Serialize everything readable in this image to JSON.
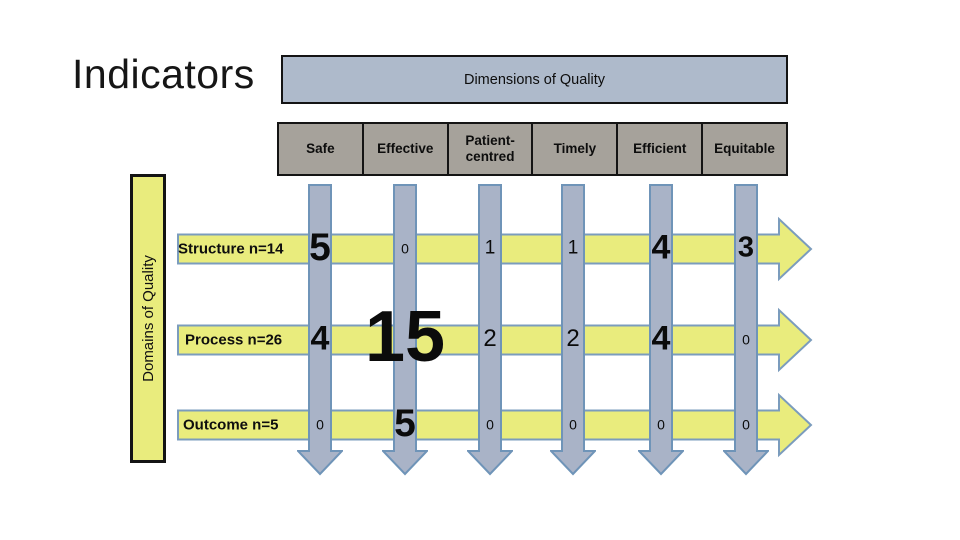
{
  "slide": {
    "title": "Indicators",
    "dimensions_header": "Dimensions of Quality",
    "domains_header": "Domains of Quality"
  },
  "matrix": {
    "columns": [
      "Safe",
      "Effective",
      "Patient-centred",
      "Timely",
      "Efficient",
      "Equitable"
    ],
    "rows": [
      {
        "label": "Structure n=14",
        "values": [
          5,
          0,
          1,
          1,
          4,
          3
        ]
      },
      {
        "label": "Process n=26",
        "values": [
          4,
          15,
          2,
          2,
          4,
          0
        ]
      },
      {
        "label": "Outcome n=5",
        "values": [
          0,
          5,
          0,
          0,
          0,
          0
        ]
      }
    ]
  },
  "colors": {
    "yellow": "#e9ec7d",
    "yellow_border": "#7b9cbd",
    "down_arrow_fill": "#a9b3c7",
    "down_arrow_border": "#6f94b8",
    "column_header_fill": "#a6a29b",
    "dimensions_header_fill": "#aebacb",
    "border_dark": "#141414",
    "text": "#111111"
  }
}
